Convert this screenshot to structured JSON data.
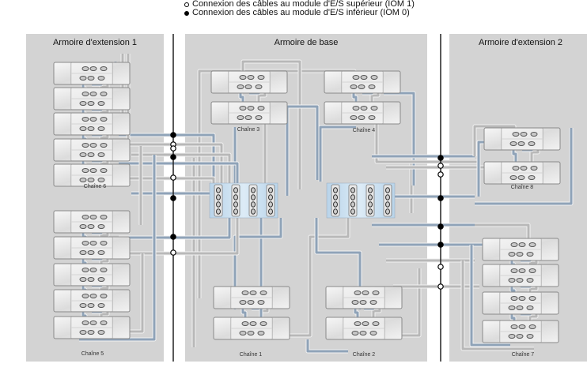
{
  "legend": {
    "items": [
      {
        "marker": "open-circle",
        "label": "Connexion des câbles au module d'E/S supérieur (IOM 1)"
      },
      {
        "marker": "filled-circle",
        "label": "Connexion des câbles au module d'E/S inférieur (IOM 0)"
      }
    ]
  },
  "cabinets": [
    {
      "id": "ext1",
      "title": "Armoire d'extension 1"
    },
    {
      "id": "base",
      "title": "Armoire de base"
    },
    {
      "id": "ext2",
      "title": "Armoire d'extension 2"
    }
  ],
  "chains": [
    {
      "id": "chain1",
      "label": "Chaîne 1",
      "cabinet": "base",
      "shelves": 2
    },
    {
      "id": "chain2",
      "label": "Chaîne 2",
      "cabinet": "base",
      "shelves": 2
    },
    {
      "id": "chain3",
      "label": "Chaîne 3",
      "cabinet": "base",
      "shelves": 2
    },
    {
      "id": "chain4",
      "label": "Chaîne 4",
      "cabinet": "base",
      "shelves": 2
    },
    {
      "id": "chain5",
      "label": "Chaîne 5",
      "cabinet": "ext1",
      "shelves": 5
    },
    {
      "id": "chain6",
      "label": "Chaîne 6",
      "cabinet": "ext1",
      "shelves": 5
    },
    {
      "id": "chain7",
      "label": "Chaîne 7",
      "cabinet": "ext2",
      "shelves": 4
    },
    {
      "id": "chain8",
      "label": "Chaîne 8",
      "cabinet": "ext2",
      "shelves": 2
    }
  ],
  "controllers": {
    "count": 2,
    "hba_per_controller": 4
  },
  "colors": {
    "cabinet_fill": "#d3d3d3",
    "cable_blue": "#8fa3b8",
    "cable_gray": "#b8b8b8",
    "cable_outline": "#f2f2f2",
    "shelf_fill": "#e9e9e9",
    "shelf_stroke": "#8a8a8a",
    "hba_fill": "#c4dcee",
    "vertical_line": "#222222"
  },
  "left_bus_connectors": [
    "filled",
    "open",
    "open",
    "filled",
    "open",
    "filled",
    "filled",
    "open"
  ],
  "right_bus_connectors": [
    "filled",
    "open",
    "open",
    "filled",
    "filled",
    "filled",
    "open",
    "open"
  ]
}
